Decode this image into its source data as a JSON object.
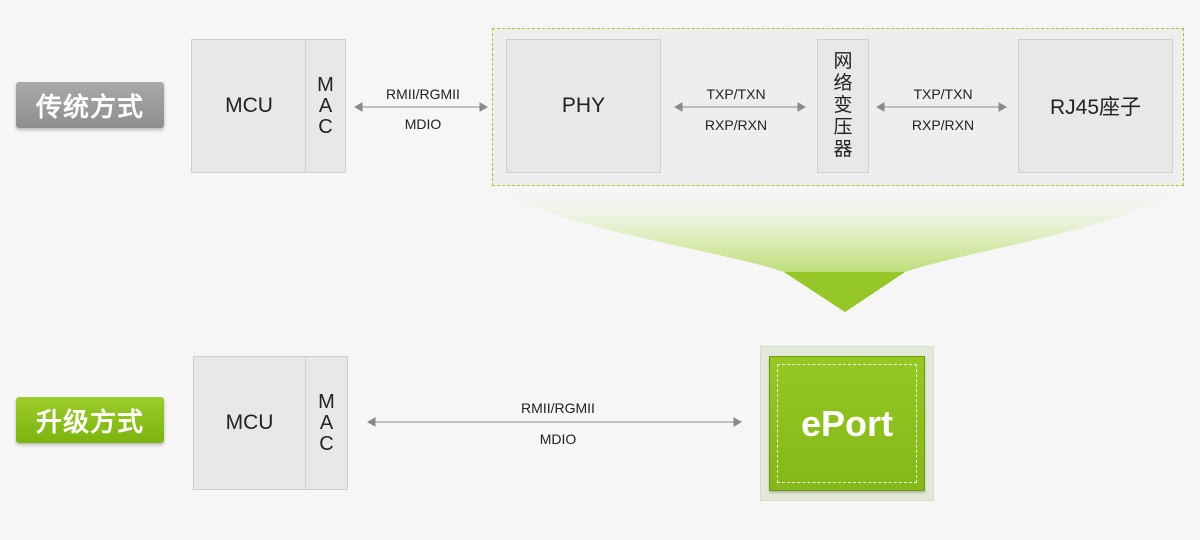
{
  "traditional": {
    "tag": "传统方式",
    "mcu": "MCU",
    "mac": [
      "M",
      "A",
      "C"
    ],
    "link1": {
      "top": "RMII/RGMII",
      "bottom": "MDIO"
    },
    "phy": "PHY",
    "link2": {
      "top": "TXP/TXN",
      "bottom": "RXP/RXN"
    },
    "transformer": [
      "网",
      "络",
      "变",
      "压",
      "器"
    ],
    "link3": {
      "top": "TXP/TXN",
      "bottom": "RXP/RXN"
    },
    "rj45": "RJ45座子"
  },
  "upgrade": {
    "tag": "升级方式",
    "mcu": "MCU",
    "mac": [
      "M",
      "A",
      "C"
    ],
    "link": {
      "top": "RMII/RGMII",
      "bottom": "MDIO"
    },
    "eport": "ePort"
  },
  "colors": {
    "accent_green": "#8dc21f",
    "tag_grey": "#9b9b9b",
    "box_bg": "#e8e8e8",
    "dashed_border": "#9ccc3a"
  }
}
